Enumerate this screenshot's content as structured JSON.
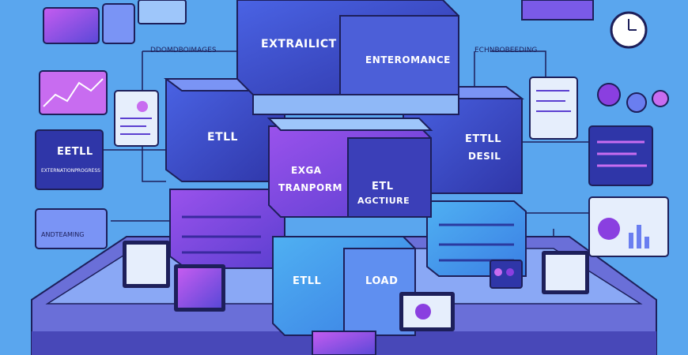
{
  "labels": {
    "top_block": "EXTRAILICT",
    "top_right_block": "ENTEROMANCE",
    "left_block": "ETLL",
    "center_block_line1": "EXGA",
    "center_block_line2": "TRANPORM",
    "center_block_etl": "ETL",
    "center_block_line3": "AGCTIURE",
    "right_block_line1": "ETTLL",
    "right_block_line2": "DESIL",
    "bottom_block_left": "ETLL",
    "bottom_block_right": "LOAD"
  },
  "callouts": {
    "top_left": "DDOMDBOIMAGES",
    "top_right": "ECHNBOBEEDING",
    "left_card_title": "EETLL",
    "left_card_sub": "EXTERNATIONPROGRESS",
    "left_lower_card": "ANDTEAMING"
  },
  "colors": {
    "background": "#5aa6ee",
    "block_dark": "#3b3fb8",
    "block_mid": "#6a7ef0",
    "block_light": "#8fb8f7",
    "accent_purple": "#8a3fe0",
    "accent_pink": "#d068f0",
    "outline": "#1d1f5a"
  },
  "icons": [
    "clock-icon",
    "monitor-icon",
    "laptop-icon",
    "chart-icon",
    "server-icon"
  ]
}
